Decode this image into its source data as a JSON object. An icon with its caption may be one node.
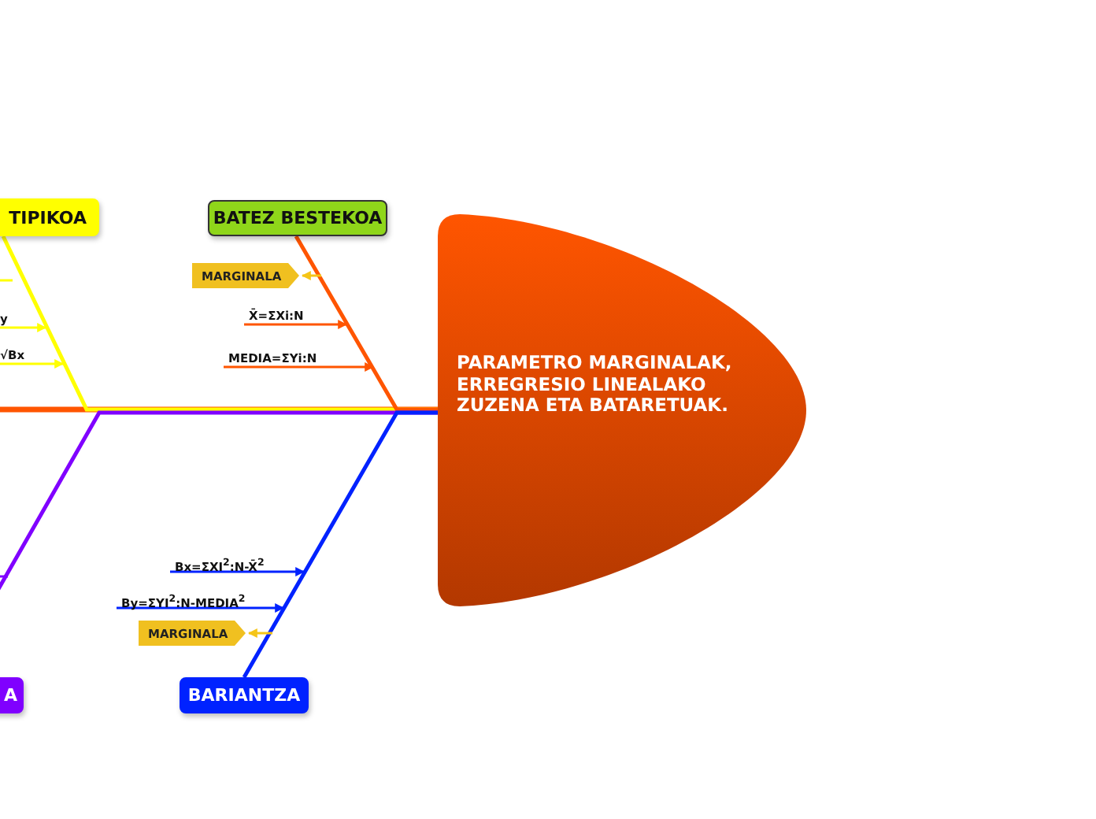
{
  "diagram": {
    "nodes": [
      {
        "text": [
          "TIPIKOA"
        ]
      },
      {
        "text": [
          "BATEZ BESTEKOA"
        ]
      },
      {
        "text": [
          "MARGINALA"
        ]
      },
      {
        "text": [
          "y"
        ]
      },
      {
        "text": [
          "X̄=ΣXi:N"
        ]
      },
      {
        "text": [
          "√Bx"
        ]
      },
      {
        "text": [
          "MEDIA=ΣYi:N"
        ]
      },
      {
        "text": [
          "PARAMETRO MARGINALAK, ERREGRESIO LINEALAKO ZUZENA ETA BATARETUAK."
        ]
      },
      {
        "text": [
          "Bx=ΣXI$^{2}$:N-X̄$^{2}$"
        ]
      },
      {
        "text": [
          "By=ΣYI$^{2}$:N-MEDIA$^{2}$"
        ]
      },
      {
        "text": [
          "MARGINALA"
        ]
      },
      {
        "text": [
          "A"
        ]
      },
      {
        "text": [
          "BARIANTZA"
        ]
      }
    ],
    "edges": [
      {
        "from": null,
        "to": 7,
        "arrow": "none",
        "style": "thick",
        "color": "#ff5500"
      },
      {
        "from": 0,
        "to": 7,
        "arrow": "none",
        "color": "#ffff00"
      },
      {
        "from": 1,
        "to": 7,
        "arrow": "none",
        "color": "#ff5500"
      },
      {
        "from": 11,
        "to": 7,
        "arrow": "none",
        "color": "#8000ff"
      },
      {
        "from": 12,
        "to": 7,
        "arrow": "none",
        "color": "#0022ff"
      },
      {
        "from": null,
        "to": 2,
        "arrow": "to",
        "color": "#f5c518"
      },
      {
        "from": 3,
        "to": null,
        "arrow": "to",
        "color": "#ffff00"
      },
      {
        "from": 4,
        "to": null,
        "arrow": "to",
        "color": "#ff5500"
      },
      {
        "from": 5,
        "to": null,
        "arrow": "to",
        "color": "#ffff00"
      },
      {
        "from": 6,
        "to": null,
        "arrow": "to",
        "color": "#ff5500"
      },
      {
        "from": 8,
        "to": null,
        "arrow": "to",
        "color": "#0022ff"
      },
      {
        "from": 9,
        "to": null,
        "arrow": "to",
        "color": "#0022ff"
      },
      {
        "from": null,
        "to": 10,
        "arrow": "to",
        "color": "#f5c518"
      }
    ]
  }
}
